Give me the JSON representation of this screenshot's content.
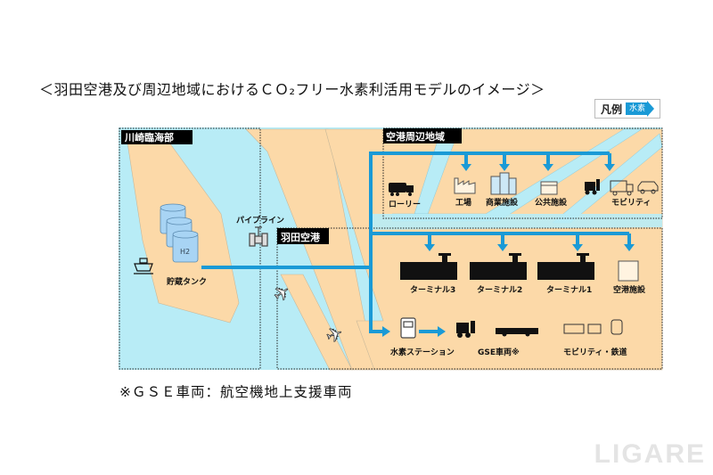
{
  "title": "＜羽田空港及び周辺地域におけるＣＯ₂フリー水素利活用モデルのイメージ＞",
  "legend": {
    "label": "凡例",
    "arrow_label": "水素"
  },
  "regions": {
    "kawasaki": "川崎臨海部",
    "airport_surroundings": "空港周辺地域",
    "haneda": "羽田空港"
  },
  "labels": {
    "pipeline": "パイプライン",
    "storage_tank": "貯蔵タンク",
    "tank_h2": "H2",
    "lorry": "ローリー",
    "factory": "工場",
    "commercial": "商業施設",
    "public": "公共施設",
    "mobility": "モビリティ",
    "terminal3": "ターミナル3",
    "terminal2": "ターミナル2",
    "terminal1": "ターミナル1",
    "airport_facility": "空港施設",
    "h2_station": "水素ステーション",
    "gse": "GSE車両※",
    "mobility_rail": "モビリティ・鉄道"
  },
  "colors": {
    "water": "#b8ecf6",
    "land": "#fcd9a8",
    "hydrogen": "#1a9ad6",
    "tag_bg": "#000000"
  },
  "footnote": "※ＧＳＥ車両：航空機地上支援車両",
  "watermark": "LIGARE"
}
